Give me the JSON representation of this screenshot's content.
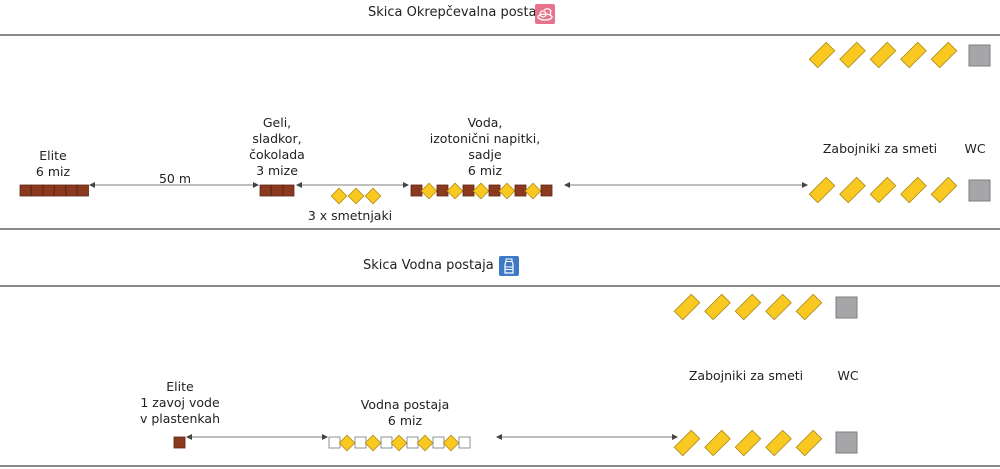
{
  "diagram": {
    "sections": [
      {
        "title": "Skica Okrepčevalna postaja",
        "icon": "food-icon",
        "icon_color": "#e8728d",
        "stations": [
          {
            "label_lines": [
              "Elite",
              "6 miz"
            ],
            "tables": 6,
            "table_color": "#8b3a1f"
          },
          {
            "label_lines": [
              "Geli,",
              "sladkor,",
              "čokolada",
              "3 mize"
            ],
            "tables": 3,
            "table_color": "#8b3a1f"
          },
          {
            "label_lines": [
              "Voda,",
              "izotonični napitki,",
              "sadje",
              "6 miz"
            ],
            "tables": 6,
            "table_color": "#8b3a1f",
            "bins_between": 5
          }
        ],
        "distance_label": "50 m",
        "bins_label": "3 x smetnjaki",
        "bins_count": 3,
        "waste_label": "Zabojniki za smeti",
        "waste_containers_per_row": 5,
        "wc_label": "WC"
      },
      {
        "title": "Skica Vodna postaja",
        "icon": "water-bottle-icon",
        "icon_color": "#3d79c4",
        "stations": [
          {
            "label_lines": [
              "Elite",
              "1 zavoj vode",
              "v plastenkah"
            ],
            "tables": 1,
            "table_color": "#8b3a1f"
          },
          {
            "label_lines": [
              "Vodna postaja",
              "6 miz"
            ],
            "tables": 6,
            "table_color": "#ffffff",
            "bins_between": 5
          }
        ],
        "waste_label": "Zabojniki za smeti",
        "waste_containers_per_row": 5,
        "wc_label": "WC"
      }
    ],
    "colors": {
      "table_brown": "#8b3a1f",
      "bin_yellow": "#f9c921",
      "wc_gray": "#a6a6a8",
      "line_gray": "#8a8a8a"
    }
  }
}
